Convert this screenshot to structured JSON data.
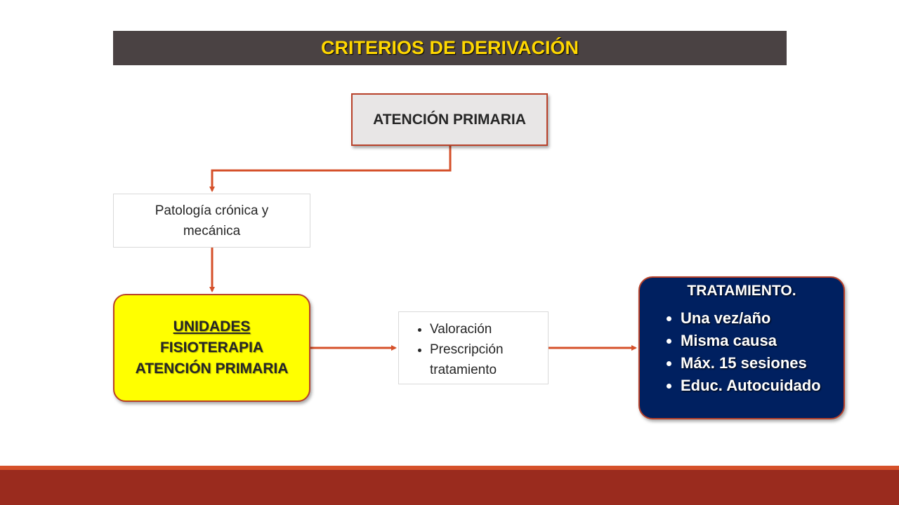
{
  "title": "CRITERIOS DE DERIVACIÓN",
  "nodes": {
    "primary": "ATENCIÓN PRIMARIA",
    "patologia": "Patología crónica y mecánica",
    "unidades": [
      "UNIDADES",
      "FISIOTERAPIA",
      "ATENCIÓN PRIMARIA"
    ],
    "valoracion": [
      "Valoración",
      "Prescripción tratamiento"
    ],
    "tratamiento": {
      "heading": "TRATAMIENTO.",
      "items": [
        "Una vez/año",
        "Misma causa",
        "Máx. 15 sesiones",
        "Educ. Autocuidado"
      ]
    }
  },
  "colors": {
    "title_bar": "#4a4243",
    "title_text": "#ffd700",
    "connector": "#d5502a",
    "unidades_fill": "#ffff00",
    "tratamiento_fill": "#002060",
    "footer": "#9a2b1e"
  }
}
